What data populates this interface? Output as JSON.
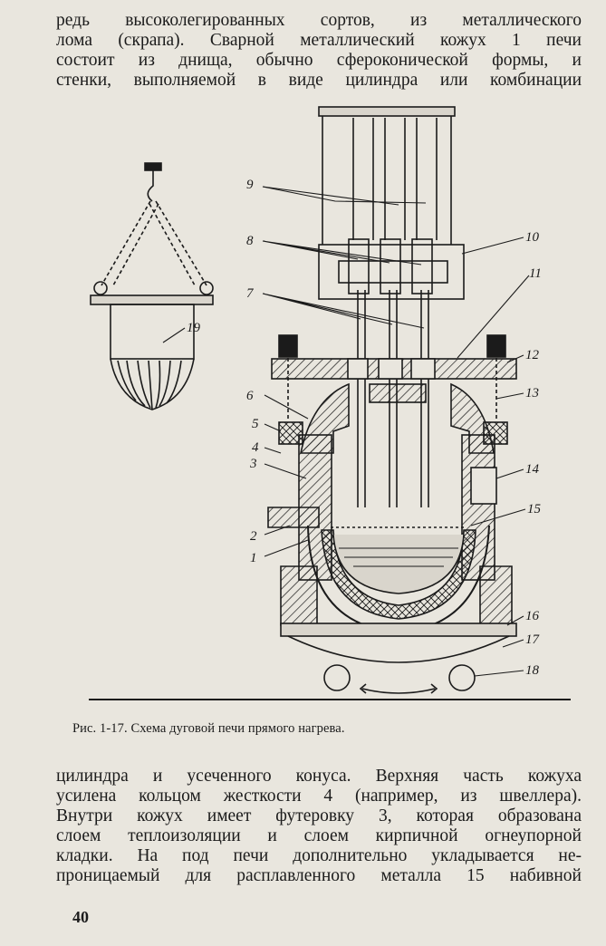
{
  "top_paragraph": [
    "редь высоколегированных сортов, из металлического",
    "лома (скрапа). Сварной металлический кожух 1 печи",
    "состоит из днища, обычно сфероконической формы, и",
    "стенки, выполняемой в виде цилиндра или комбинации"
  ],
  "figure": {
    "labels": [
      "1",
      "2",
      "3",
      "4",
      "5",
      "6",
      "7",
      "8",
      "9",
      "10",
      "11",
      "12",
      "13",
      "14",
      "15",
      "16",
      "17",
      "18",
      "19"
    ],
    "caption": "Рис. 1-17. Схема дуговой печи прямого нагрева."
  },
  "bottom_paragraph": [
    "цилиндра и усеченного конуса. Верхняя часть кожуха",
    "усилена кольцом жесткости 4 (например, из швеллера).",
    "Внутри кожух имеет футеровку 3, которая образована",
    "слоем теплоизоляции и слоем кирпичной огнеупорной",
    "кладки. На под печи дополнительно укладывается не-",
    "проницаемый для расплавленного металла 15 набивной"
  ],
  "page_number": "40"
}
